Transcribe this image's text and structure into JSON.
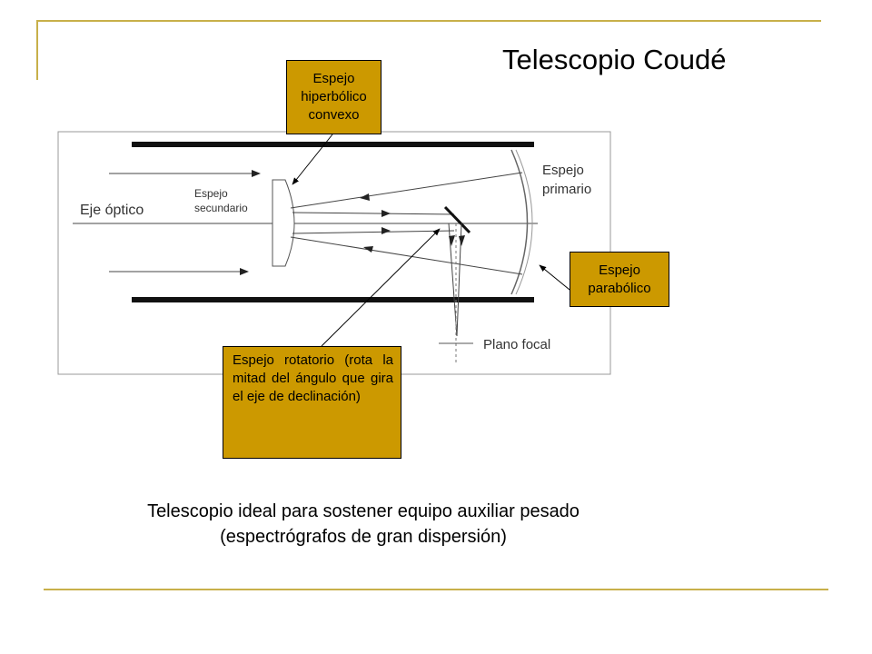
{
  "slide": {
    "title": "Telescopio Coudé",
    "caption_line1": "Telescopio ideal para sostener equipo auxiliar pesado",
    "caption_line2": "(espectrógrafos de gran dispersión)"
  },
  "diagram": {
    "optical_axis": "Eje óptico",
    "secondary_line1": "Espejo",
    "secondary_line2": "secundario",
    "primary_line1": "Espejo",
    "primary_line2": "primario",
    "focal_plane": "Plano focal"
  },
  "callouts": {
    "hyperbolic": "Espejo\nhiperbólico\nconvexo",
    "parabolic": "Espejo\nparabólico",
    "rotating": "Espejo rotatorio (rota la mitad del ángulo que gira el eje de declinación)"
  },
  "colors": {
    "accent_line": "#c8b04a",
    "callout_fill": "#cc9900"
  }
}
